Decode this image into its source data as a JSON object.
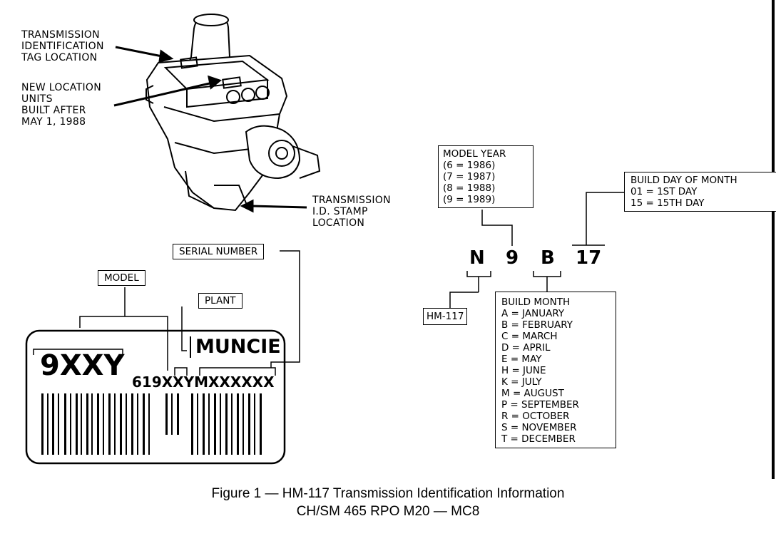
{
  "callouts": {
    "tag_location": "TRANSMISSION\nIDENTIFICATION\nTAG LOCATION",
    "new_location": "NEW LOCATION\nUNITS\nBUILT AFTER\nMAY 1, 1988",
    "stamp_location": "TRANSMISSION\nI.D. STAMP\nLOCATION"
  },
  "tag": {
    "serial_number_label": "SERIAL NUMBER",
    "model_label": "MODEL",
    "plant_label": "PLANT",
    "plant_value": "MUNCIE",
    "model_value": "9XXY",
    "serial_value": "619XXYMXXXXXX"
  },
  "code": {
    "chars": [
      "N",
      "9",
      "B",
      "17"
    ],
    "model_year_title": "MODEL YEAR",
    "model_year_items": [
      "(6 = 1986)",
      "(7 = 1987)",
      "(8 = 1988)",
      "(9 = 1989)"
    ],
    "build_day_title": "BUILD DAY OF MONTH",
    "build_day_items": [
      "01 = 1ST DAY",
      "15 = 15TH DAY"
    ],
    "hm_label": "HM-117",
    "build_month_title": "BUILD MONTH",
    "build_month_items": [
      "A = JANUARY",
      "B = FEBRUARY",
      "C = MARCH",
      "D = APRIL",
      "E = MAY",
      "H = JUNE",
      "K = JULY",
      "M = AUGUST",
      "P = SEPTEMBER",
      "R = OCTOBER",
      "S = NOVEMBER",
      "T = DECEMBER"
    ]
  },
  "caption": {
    "line1": "Figure 1 — HM-117 Transmission Identification Information",
    "line2": "CH/SM 465   RPO M20 — MC8"
  }
}
